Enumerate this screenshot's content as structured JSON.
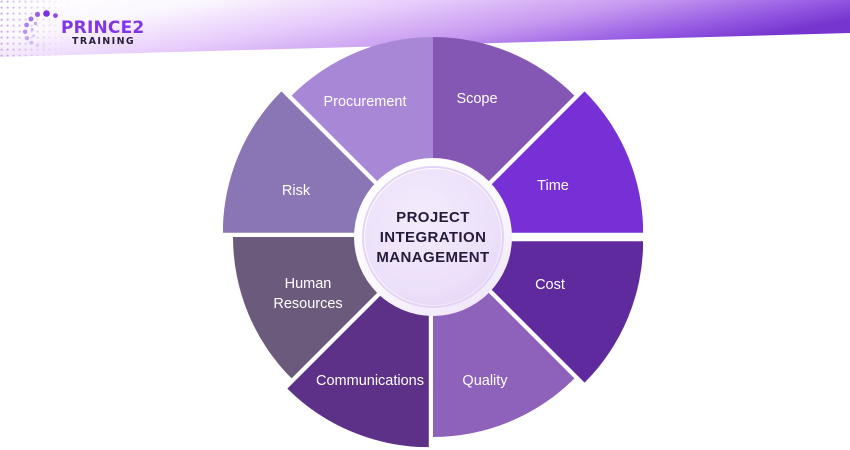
{
  "header": {
    "logo": {
      "name": "PRINCE2",
      "tagline": "TRAINING",
      "mark_icon": "spiral-dots-icon",
      "brand_color": "#8134e8",
      "tagline_color": "#2b2140"
    },
    "banner": {
      "gradient_from": "#ffffff",
      "gradient_mid": "#d9b6f7",
      "gradient_to": "#7b3fd4",
      "dot_pattern_color": "#c7a8ea"
    }
  },
  "chart_data": {
    "type": "pie",
    "title": "PROJECT INTEGRATION MANAGEMENT",
    "center_label_lines": [
      "PROJECT",
      "INTEGRATION",
      "MANAGEMENT"
    ],
    "center_bg": "#ece0fa",
    "center_ring": "#ffffff",
    "center_text_color": "#241b3d",
    "label_color": "#ffffff",
    "legend": "none",
    "grid": false,
    "categories": [
      "Scope",
      "Time",
      "Cost",
      "Quality",
      "Communications",
      "Human Resources",
      "Risk",
      "Procurement"
    ],
    "values": [
      12.5,
      12.5,
      12.5,
      12.5,
      12.5,
      12.5,
      12.5,
      12.5
    ],
    "colors": [
      "#8557b4",
      "#7730d6",
      "#5f2a9e",
      "#8e61bb",
      "#5c3187",
      "#6c5a7d",
      "#8a76b4",
      "#a887d6"
    ],
    "exploded": [
      "Time",
      "Cost",
      "Communications",
      "Risk"
    ],
    "slices": [
      {
        "label": "Scope",
        "start_angle": 0,
        "end_angle": 45,
        "color": "#8557b4",
        "exploded": false,
        "label_lines": [
          "Scope"
        ]
      },
      {
        "label": "Time",
        "start_angle": 45,
        "end_angle": 90,
        "color": "#7730d6",
        "exploded": true,
        "label_lines": [
          "Time"
        ]
      },
      {
        "label": "Cost",
        "start_angle": 90,
        "end_angle": 135,
        "color": "#5f2a9e",
        "exploded": true,
        "label_lines": [
          "Cost"
        ]
      },
      {
        "label": "Quality",
        "start_angle": 135,
        "end_angle": 180,
        "color": "#8e61bb",
        "exploded": false,
        "label_lines": [
          "Quality"
        ]
      },
      {
        "label": "Communications",
        "start_angle": 180,
        "end_angle": 225,
        "color": "#5c3187",
        "exploded": true,
        "label_lines": [
          "Communications"
        ]
      },
      {
        "label": "Human Resources",
        "start_angle": 225,
        "end_angle": 270,
        "color": "#6c5a7d",
        "exploded": false,
        "label_lines": [
          "Human",
          "Resources"
        ]
      },
      {
        "label": "Risk",
        "start_angle": 270,
        "end_angle": 315,
        "color": "#8a76b4",
        "exploded": true,
        "label_lines": [
          "Risk"
        ]
      },
      {
        "label": "Procurement",
        "start_angle": 315,
        "end_angle": 360,
        "color": "#a887d6",
        "exploded": false,
        "label_lines": [
          "Procurement"
        ]
      }
    ]
  },
  "labels": {
    "scope": "Scope",
    "time": "Time",
    "cost": "Cost",
    "quality": "Quality",
    "communications": "Communications",
    "human_resources_line1": "Human",
    "human_resources_line2": "Resources",
    "risk": "Risk",
    "procurement": "Procurement",
    "center_line1": "PROJECT",
    "center_line2": "INTEGRATION",
    "center_line3": "MANAGEMENT"
  }
}
